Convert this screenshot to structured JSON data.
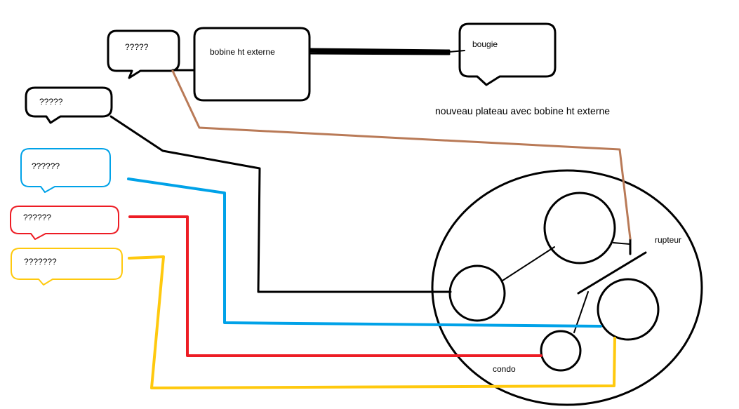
{
  "colors": {
    "black": "#000000",
    "brown": "#b97a57",
    "blue": "#00a2e8",
    "red": "#ed1c24",
    "yellow": "#ffc90e"
  },
  "labels": {
    "box_top_left": "?????",
    "box_coil": "bobine ht externe",
    "box_spark_plug": "bougie",
    "box_black": "?????",
    "box_blue": "??????",
    "box_red": "??????",
    "box_yellow": "???????",
    "caption": "nouveau plateau avec bobine ht externe",
    "breaker": "rupteur",
    "condenser": "condo"
  }
}
